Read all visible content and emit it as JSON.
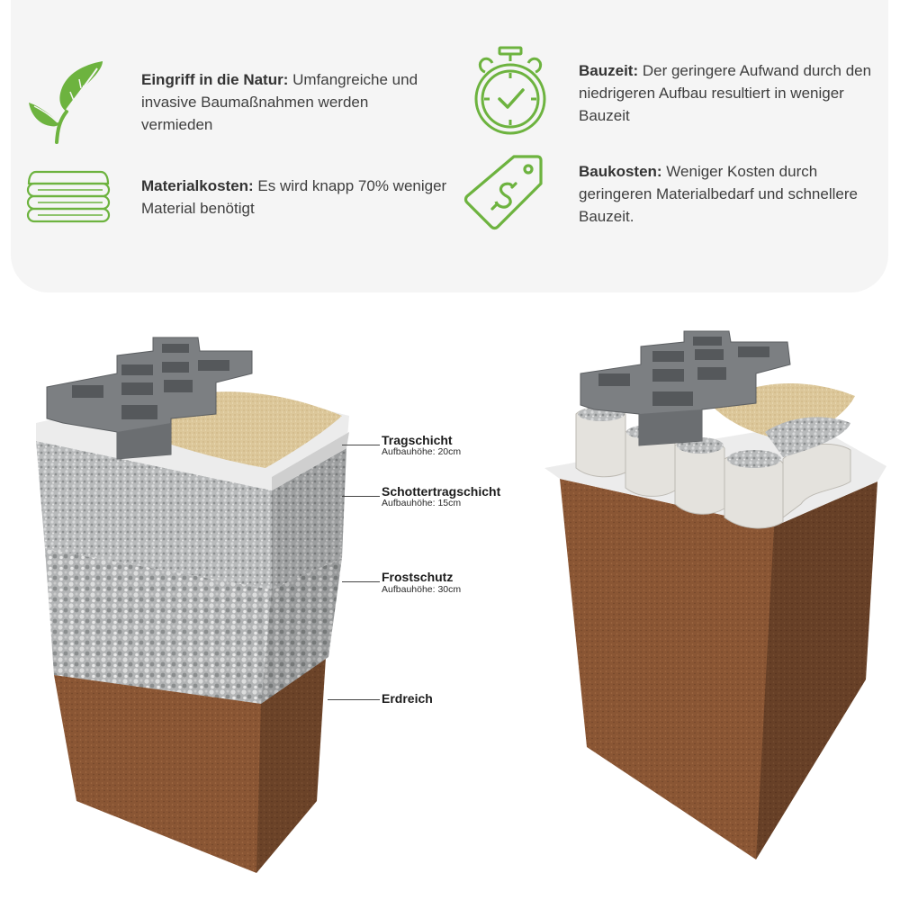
{
  "features": [
    {
      "icon": "plant-sprout-icon",
      "title": "Eingriff in die Natur:",
      "text": " Umfangreiche und invasive Baumaßnahmen werden vermieden"
    },
    {
      "icon": "folded-layers-icon",
      "title": "Materialkosten:",
      "text": " Es wird knapp 70% weniger Material benötigt"
    },
    {
      "icon": "stopwatch-check-icon",
      "title": "Bauzeit:",
      "text": " Der geringere Aufwand durch den niedrigeren Aufbau resultiert in weniger Bauzeit"
    },
    {
      "icon": "price-tag-dollar-icon",
      "title": "Baukosten:",
      "text": " Weniger Kosten durch geringeren Materialbedarf und schnellere Bauzeit."
    }
  ],
  "layers": [
    {
      "name": "Tragschicht",
      "height": "Aufbauhöhe: 20cm"
    },
    {
      "name": "Schottertragschicht",
      "height": "Aufbauhöhe: 15cm"
    },
    {
      "name": "Frostschutz",
      "height": "Aufbauhöhe: 30cm"
    },
    {
      "name": "Erdreich",
      "height": ""
    }
  ],
  "colors": {
    "accent_green": "#6db33f",
    "card_bg": "#f5f5f5",
    "paver_gray": "#7c7f82",
    "sand": "#dcc79a",
    "gravel": "#b9bbbc",
    "soil": "#8a5634",
    "fleece": "#eeeeee"
  }
}
